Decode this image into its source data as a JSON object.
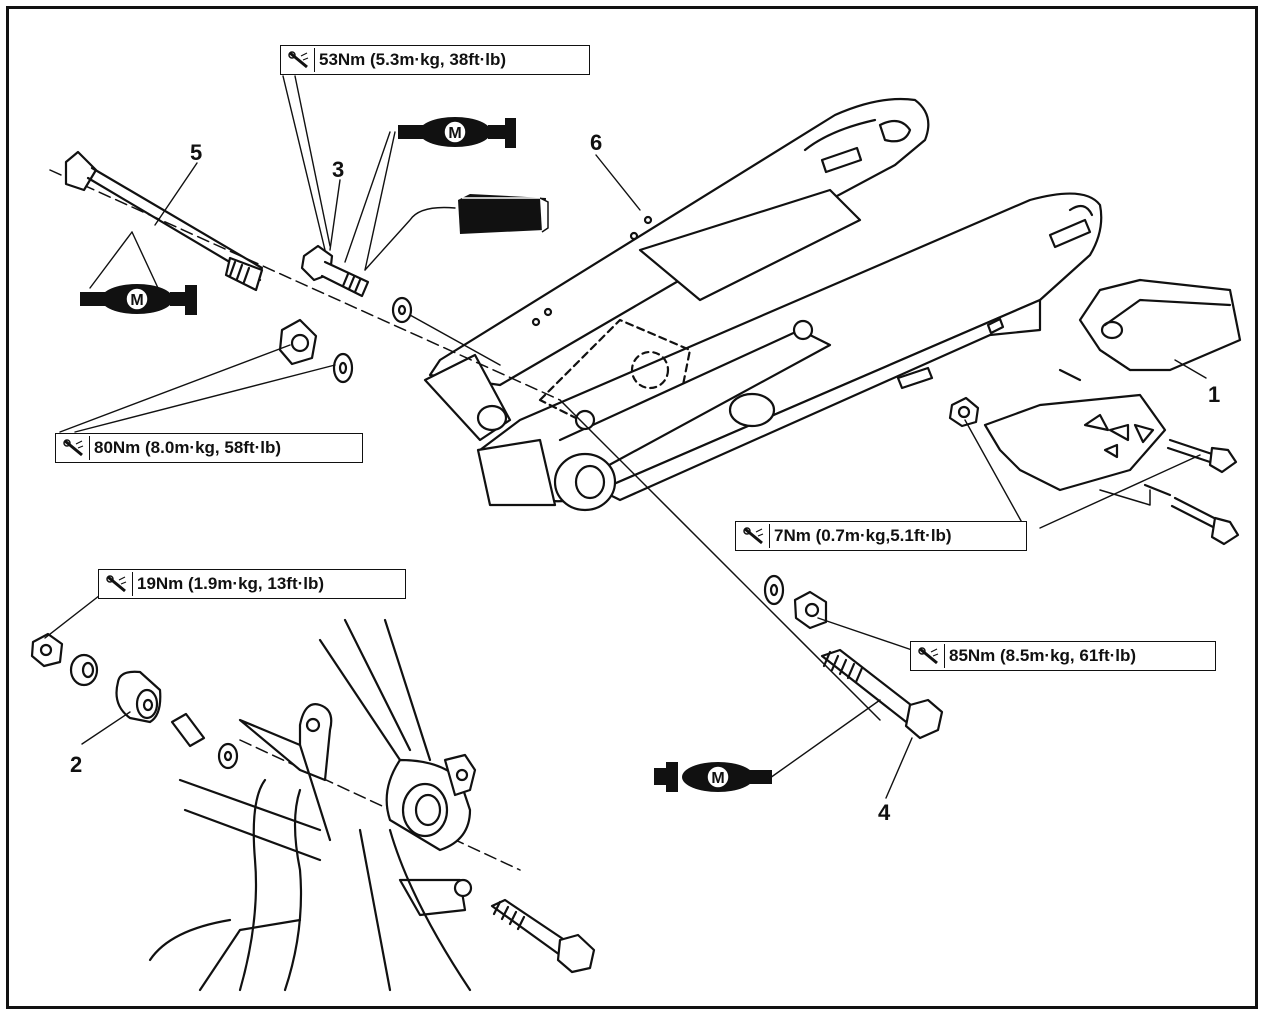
{
  "torque_specs": [
    {
      "id": "t53",
      "text": "53Nm (5.3m·kg, 38ft·lb)"
    },
    {
      "id": "t80",
      "text": "80Nm (8.0m·kg, 58ft·lb)"
    },
    {
      "id": "t7",
      "text": "7Nm (0.7m·kg,5.1ft·lb)"
    },
    {
      "id": "t19",
      "text": "19Nm (1.9m·kg, 13ft·lb)"
    },
    {
      "id": "t85",
      "text": "85Nm (8.5m·kg, 61ft·lb)"
    }
  ],
  "part_numbers": [
    "1",
    "2",
    "3",
    "4",
    "5",
    "6"
  ],
  "grease_symbol": "M",
  "icons": [
    "torque-wrench-icon",
    "molybdenum-grease-icon",
    "locking-agent-icon"
  ]
}
